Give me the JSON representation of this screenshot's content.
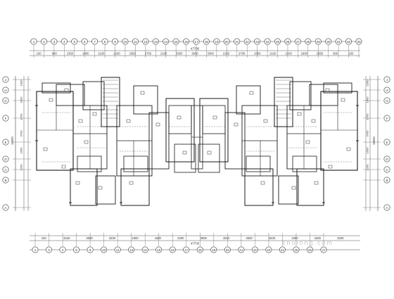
{
  "axes": {
    "top": [
      "1",
      "2",
      "3",
      "4",
      "5",
      "6",
      "7",
      "8",
      "9",
      "10",
      "11",
      "12",
      "13",
      "14",
      "15",
      "16",
      "17",
      "18",
      "19",
      "20",
      "21",
      "22",
      "23",
      "24",
      "25",
      "26",
      "27",
      "28",
      "29",
      "30",
      "31",
      "32",
      "33"
    ],
    "bottom": [
      "1",
      "3",
      "4",
      "5",
      "9",
      "10",
      "11",
      "13",
      "14",
      "15",
      "16",
      "17",
      "18",
      "19",
      "20",
      "21",
      "22",
      "23",
      "24",
      "25",
      "26",
      "27"
    ],
    "left": [
      "J",
      "H",
      "G",
      "F",
      "E",
      "D",
      "C",
      "B",
      "A"
    ],
    "right": [
      "J",
      "H",
      "G",
      "F",
      "E",
      "D",
      "C",
      "B",
      "A"
    ]
  },
  "dimensions": {
    "top_overall": "47700",
    "top_segments": [
      "100",
      "900",
      "2350",
      "1800",
      "2100",
      "2100",
      "2350",
      "2700",
      "2150",
      "3300",
      "3000",
      "3300",
      "2150",
      "2700",
      "2350",
      "2100",
      "2100",
      "1800",
      "2350",
      "900",
      "100"
    ],
    "bottom_overall": "47700",
    "bottom_segments": [
      "100",
      "3150",
      "3000",
      "3200",
      "1900",
      "1600",
      "3200",
      "3600",
      "3510",
      "3600",
      "3200",
      "1900",
      "1600",
      "3200"
    ],
    "left_segments": [
      "1000",
      "1600",
      "1700",
      "3700",
      "1500",
      "1200"
    ],
    "left_overall": "18600",
    "right_segments": [
      "1000",
      "1600",
      "1700",
      "3700",
      "1500",
      "1200"
    ],
    "right_overall": "18600"
  },
  "watermark": "zhulong.com"
}
